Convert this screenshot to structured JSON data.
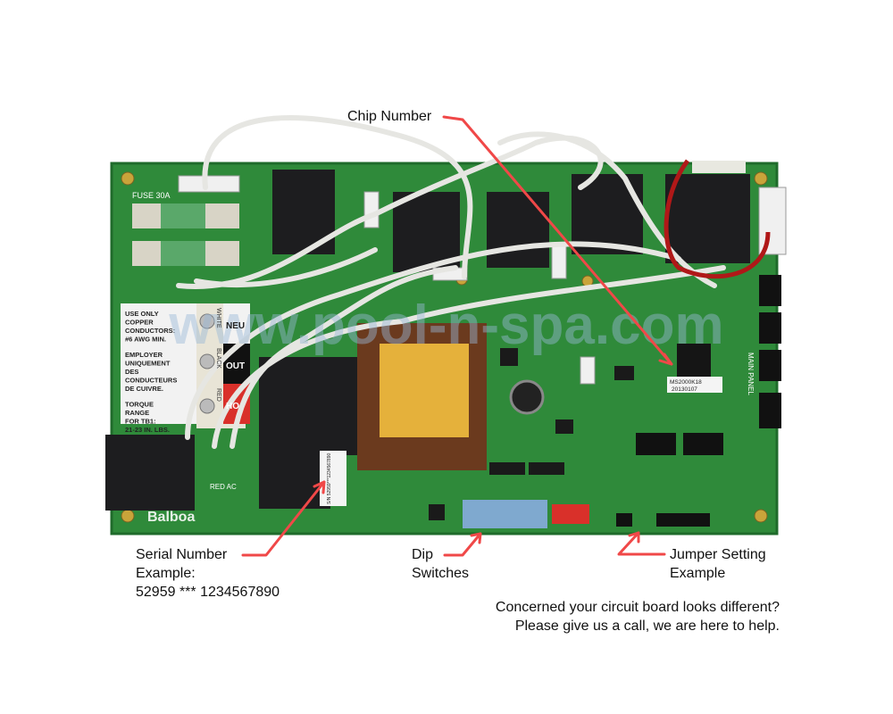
{
  "annotations": {
    "chip_number": "Chip Number",
    "serial_number": {
      "line1": "Serial Number",
      "line2": "Example:",
      "line3": "52959 *** 1234567890"
    },
    "dip_switches": {
      "line1": "Dip",
      "line2": "Switches"
    },
    "jumper_setting": {
      "line1": "Jumper Setting",
      "line2": "Example"
    },
    "help": {
      "line1": "Concerned your circuit board looks different?",
      "line2": "Please give us a call, we are here to help."
    }
  },
  "board": {
    "brand": "Balboa",
    "chip_label_1": "MS2000K18",
    "chip_label_2": "20130107",
    "serial_sticker": "S/N 52959***1234567890",
    "label_panel": [
      "USE ONLY",
      "COPPER",
      "CONDUCTORS:",
      "#6 AWG MIN.",
      "EMPLOYER",
      "UNIQUEMENT",
      "DES",
      "CONDUCTEURS",
      "DE CUIVRE.",
      "TORQUE",
      "RANGE",
      "FOR TB1:",
      "21-23 IN. LBS."
    ],
    "terminal_labels": [
      "WHITE",
      "BLACK",
      "RED"
    ],
    "terminal_tags": [
      "NEU",
      "OUT",
      "HO"
    ],
    "fuse_label": "FUSE 30A",
    "red_ac": "RED AC",
    "main_panel": "MAIN PANEL",
    "watermark": "www.pool-n-spa.com"
  },
  "colors": {
    "arrow": "#f04848",
    "board": "#2f8a3a",
    "board_dark": "#1f6b2b"
  }
}
